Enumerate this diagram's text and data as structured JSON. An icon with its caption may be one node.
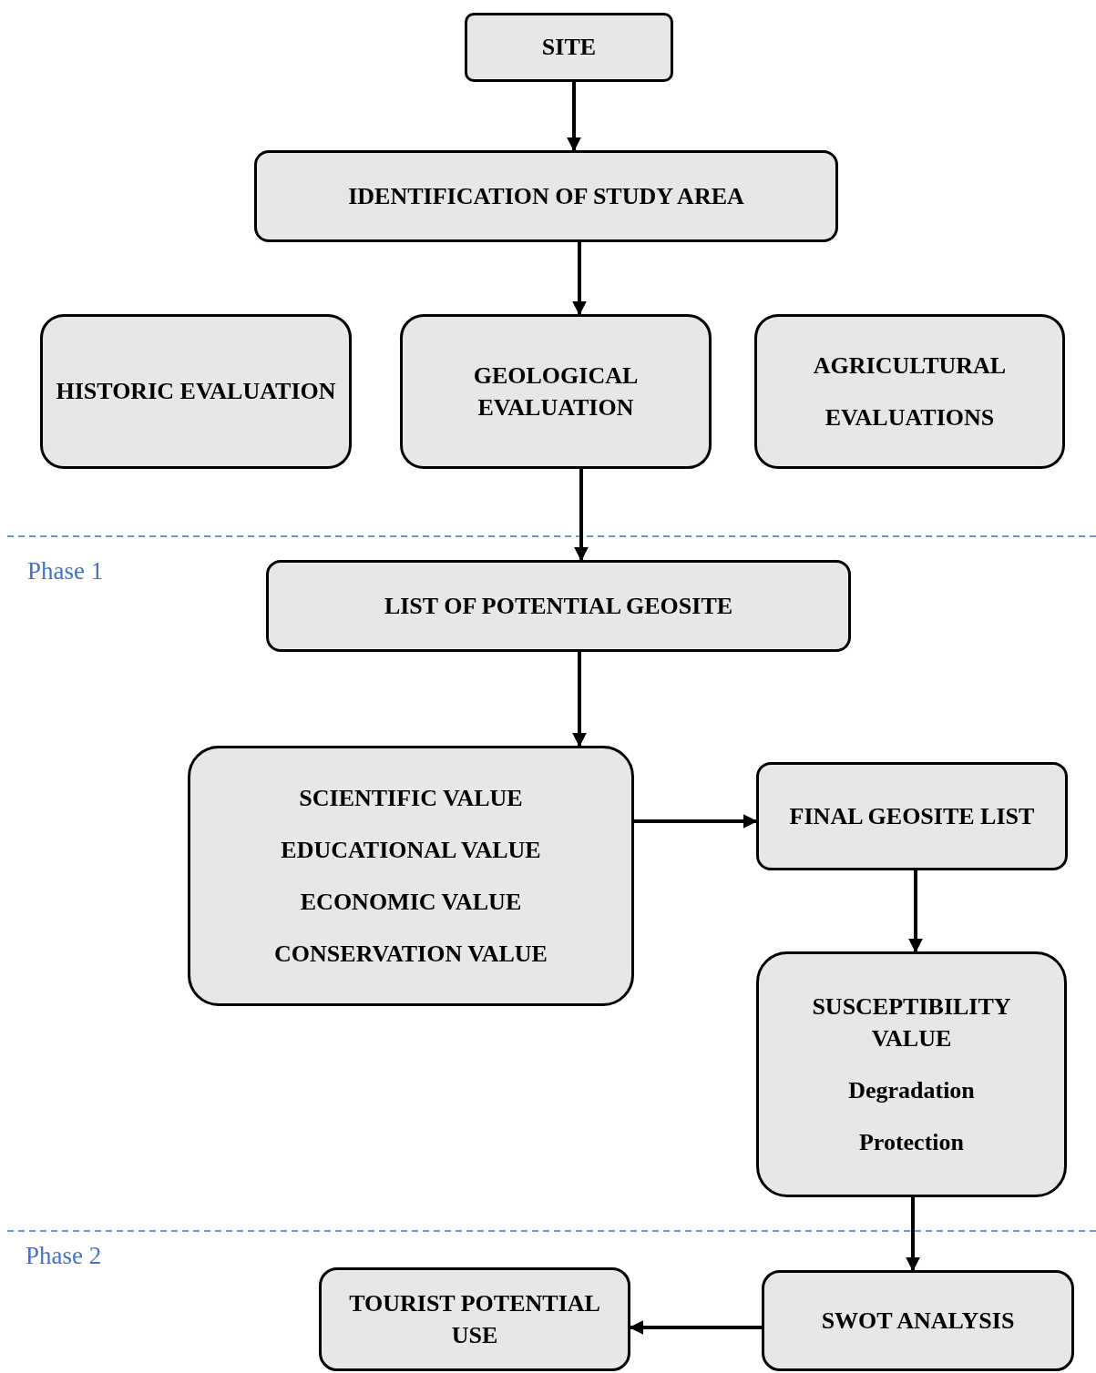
{
  "diagram": {
    "nodes": [
      {
        "text": [
          "SITE"
        ]
      },
      {
        "text": [
          "IDENTIFICATION OF STUDY AREA"
        ]
      },
      {
        "text": [
          "HISTORIC EVALUATION"
        ]
      },
      {
        "text": [
          "GEOLOGICAL EVALUATION"
        ]
      },
      {
        "text": [
          "AGRICULTURAL EVALUATIONS"
        ]
      },
      {
        "text": [
          "LIST OF POTENTIAL GEOSITE"
        ]
      },
      {
        "text": [
          "SCIENTIFIC VALUE",
          "EDUCATIONAL VALUE",
          "ECONOMIC VALUE",
          "CONSERVATION VALUE"
        ]
      },
      {
        "text": [
          "FINAL GEOSITE LIST"
        ]
      },
      {
        "text": [
          "SUSCEPTIBILITY VALUE",
          "Degradation",
          "Protection"
        ]
      },
      {
        "text": [
          "SWOT ANALYSIS"
        ]
      },
      {
        "text": [
          "TOURIST POTENTIAL USE"
        ]
      }
    ],
    "edges": [
      {
        "from": 0,
        "to": 1,
        "arrow": "to"
      },
      {
        "from": 1,
        "to": 3,
        "arrow": "to"
      },
      {
        "from": 3,
        "to": 5,
        "arrow": "to"
      },
      {
        "from": 5,
        "to": 6,
        "arrow": "to"
      },
      {
        "from": 6,
        "to": 7,
        "arrow": "to"
      },
      {
        "from": 7,
        "to": 8,
        "arrow": "to"
      },
      {
        "from": 8,
        "to": 9,
        "arrow": "to"
      },
      {
        "from": 9,
        "to": 10,
        "arrow": "to"
      }
    ],
    "labels": [
      "Phase 1",
      "Phase 2"
    ]
  }
}
